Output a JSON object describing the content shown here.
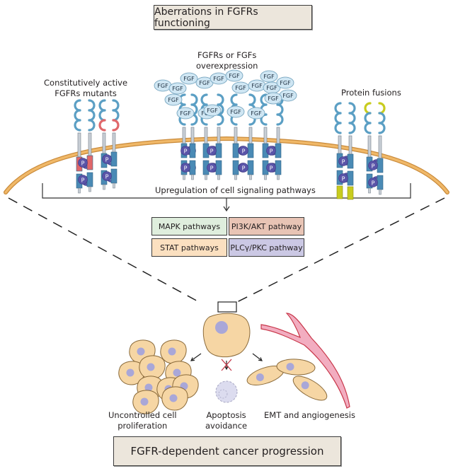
{
  "header": {
    "title": "Aberrations in FGFRs functioning"
  },
  "footer": {
    "title": "FGFR-dependent cancer progression"
  },
  "aberrations": {
    "mutants": {
      "line1": "Constitutively active",
      "line2": "FGFRs mutants"
    },
    "overexpression": {
      "line1": "FGFRs or FGFs",
      "line2": "overexpression"
    },
    "fusions": {
      "label": "Protein fusions"
    }
  },
  "ligand_label": "FGF",
  "phospho_label": "P",
  "upregulation_label": "Upregulation of cell signaling pathways",
  "pathways": [
    {
      "label": "MAPK pathways",
      "color": "#dfeedd"
    },
    {
      "label": "PI3K/AKT pathway",
      "color": "#e8c4b5"
    },
    {
      "label": "STAT pathways",
      "color": "#fbe0c0"
    },
    {
      "label": "PLCγ/PKC pathway",
      "color": "#cbc8e4"
    }
  ],
  "outcomes": {
    "proliferation": {
      "line1": "Uncontrolled cell",
      "line2": "proliferation"
    },
    "apoptosis": {
      "line1": "Apoptosis",
      "line2": "avoidance"
    },
    "emt": {
      "label": "EMT and angiogenesis"
    }
  },
  "colors": {
    "membrane": "#e8a54b",
    "receptor": "#5b9fc4",
    "kinase": "#4a8ab5",
    "mutant": "#e0676a",
    "fusion": "#c8cc1e",
    "phospho": "#5a54a8",
    "fgf": "#cfe6f3",
    "cell": "#f6d6a4",
    "nucleus": "#a9a7d8",
    "vessel": "#f2adc0"
  }
}
